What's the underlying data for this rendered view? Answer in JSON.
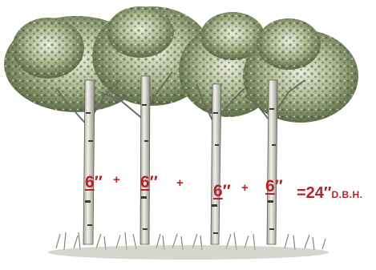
{
  "trees": [
    {
      "diameter_value": "6",
      "diameter_mark": "″"
    },
    {
      "diameter_value": "6",
      "diameter_mark": "″"
    },
    {
      "diameter_value": "6",
      "diameter_mark": "″"
    },
    {
      "diameter_value": "6",
      "diameter_mark": "″"
    }
  ],
  "operators": [
    "+",
    "+",
    "+"
  ],
  "total": {
    "value": "=24″",
    "unit": "D.B.H."
  },
  "colors": {
    "label_red": "#b5242a",
    "foliage": "#6b7d55",
    "bark": "#d9d8cf",
    "grass": "#8d9478"
  }
}
